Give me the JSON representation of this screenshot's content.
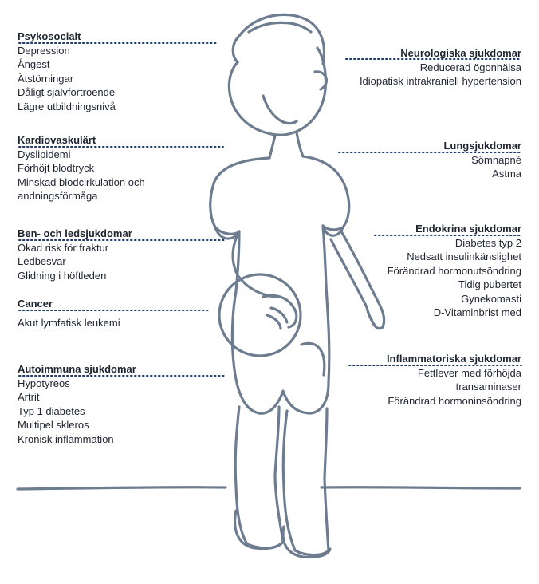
{
  "colors": {
    "outline": "#6e7c90",
    "text": "#1e2430",
    "leader": "#1f3a6b"
  },
  "left_groups": [
    {
      "title": "Psykosocialt",
      "items": [
        "Depression",
        "Ångest",
        "Ätstörningar",
        "Dåligt självförtroende",
        "Lägre utbildningsnivå"
      ]
    },
    {
      "title": "Kardiovaskulärt",
      "items": [
        "Dyslipidemi",
        "Förhöjt blodtryck",
        "Minskad blodcirkulation och",
        "andningsförmåga"
      ]
    },
    {
      "title": "Ben- och ledsjukdomar",
      "items": [
        "Ökad risk för fraktur",
        "Ledbesvär",
        "Glidning i höftleden"
      ]
    },
    {
      "title": "Cancer",
      "items": [
        "Akut lymfatisk leukemi"
      ]
    },
    {
      "title": "Autoimmuna sjukdomar",
      "items": [
        "Hypotyreos",
        "Artrit",
        "Typ 1 diabetes",
        "Multipel skleros",
        "Kronisk inflammation"
      ]
    }
  ],
  "right_groups": [
    {
      "title": "Neurologiska sjukdomar",
      "items": [
        "Reducerad ögonhälsa",
        "Idiopatisk intrakraniell hypertension"
      ]
    },
    {
      "title": "Lungsjukdomar",
      "items": [
        "Sömnapné",
        "Astma"
      ]
    },
    {
      "title": "Endokrina sjukdomar",
      "items": [
        "Diabetes typ 2",
        "Nedsatt insulinkänslighet",
        "Förändrad hormonutsöndring",
        "Tidig pubertet",
        "Gynekomasti",
        "D-Vitaminbrist med"
      ]
    },
    {
      "title": "Inflammatoriska sjukdomar",
      "items": [
        "Fettlever med förhöjda",
        "transaminaser",
        "Förändrad hormoninsöndring"
      ]
    }
  ]
}
